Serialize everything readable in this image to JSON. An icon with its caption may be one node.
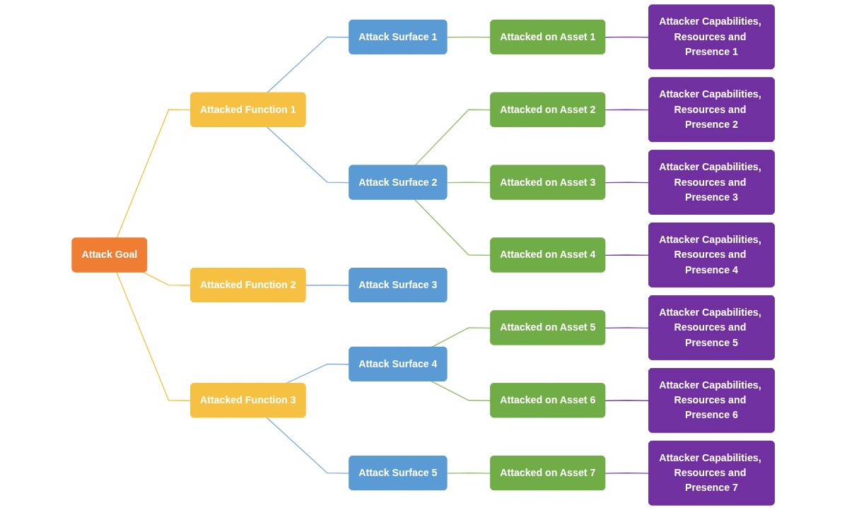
{
  "diagram": {
    "nodes": [
      {
        "text": [
          "Attack Goal"
        ]
      },
      {
        "text": [
          "Attacked Function 1"
        ]
      },
      {
        "text": [
          "Attacked Function 2"
        ]
      },
      {
        "text": [
          "Attacked Function 3"
        ]
      },
      {
        "text": [
          "Attack Surface 1"
        ]
      },
      {
        "text": [
          "Attack Surface 2"
        ]
      },
      {
        "text": [
          "Attack Surface 3"
        ]
      },
      {
        "text": [
          "Attack Surface 4"
        ]
      },
      {
        "text": [
          "Attack Surface 5"
        ]
      },
      {
        "text": [
          "Attacked on Asset 1"
        ]
      },
      {
        "text": [
          "Attacked on Asset 2"
        ]
      },
      {
        "text": [
          "Attacked on Asset 3"
        ]
      },
      {
        "text": [
          "Attacked on Asset 4"
        ]
      },
      {
        "text": [
          "Attacked on Asset 5"
        ]
      },
      {
        "text": [
          "Attacked on Asset 6"
        ]
      },
      {
        "text": [
          "Attacked on Asset 7"
        ]
      },
      {
        "text": [
          "Attacker Capabilities, Resources and Presence 1"
        ]
      },
      {
        "text": [
          "Attacker Capabilities, Resources and Presence 2"
        ]
      },
      {
        "text": [
          "Attacker Capabilities, Resources and Presence 3"
        ]
      },
      {
        "text": [
          "Attacker Capabilities, Resources and Presence 4"
        ]
      },
      {
        "text": [
          "Attacker Capabilities, Resources and Presence 5"
        ]
      },
      {
        "text": [
          "Attacker Capabilities, Resources and Presence 6"
        ]
      },
      {
        "text": [
          "Attacker Capabilities, Resources and Presence 7"
        ]
      }
    ],
    "edges": [
      {
        "from": 0,
        "to": 1,
        "arrow": "none",
        "color": "#f6c142"
      },
      {
        "from": 0,
        "to": 2,
        "arrow": "none",
        "color": "#f6c142"
      },
      {
        "from": 0,
        "to": 3,
        "arrow": "none",
        "color": "#f6c142"
      },
      {
        "from": 1,
        "to": 4,
        "arrow": "none",
        "color": "#7aaad8"
      },
      {
        "from": 1,
        "to": 5,
        "arrow": "none",
        "color": "#7aaad8"
      },
      {
        "from": 2,
        "to": 6,
        "arrow": "none",
        "color": "#7aaad8"
      },
      {
        "from": 3,
        "to": 7,
        "arrow": "none",
        "color": "#7aaad8"
      },
      {
        "from": 3,
        "to": 8,
        "arrow": "none",
        "color": "#7aaad8"
      },
      {
        "from": 4,
        "to": 9,
        "arrow": "none",
        "color": "#8cbe63"
      },
      {
        "from": 5,
        "to": 10,
        "arrow": "none",
        "color": "#8cbe63"
      },
      {
        "from": 5,
        "to": 11,
        "arrow": "none",
        "color": "#8cbe63"
      },
      {
        "from": 5,
        "to": 12,
        "arrow": "none",
        "color": "#8cbe63"
      },
      {
        "from": 7,
        "to": 13,
        "arrow": "none",
        "color": "#8cbe63"
      },
      {
        "from": 7,
        "to": 14,
        "arrow": "none",
        "color": "#8cbe63"
      },
      {
        "from": 8,
        "to": 15,
        "arrow": "none",
        "color": "#8cbe63"
      },
      {
        "from": 9,
        "to": 16,
        "arrow": "none",
        "color": "#7a3fa6"
      },
      {
        "from": 10,
        "to": 17,
        "arrow": "none",
        "color": "#7a3fa6"
      },
      {
        "from": 11,
        "to": 18,
        "arrow": "none",
        "color": "#7a3fa6"
      },
      {
        "from": 12,
        "to": 19,
        "arrow": "none",
        "color": "#7a3fa6"
      },
      {
        "from": 13,
        "to": 20,
        "arrow": "none",
        "color": "#7a3fa6"
      },
      {
        "from": 14,
        "to": 21,
        "arrow": "none",
        "color": "#7a3fa6"
      },
      {
        "from": 15,
        "to": 22,
        "arrow": "none",
        "color": "#7a3fa6"
      }
    ]
  }
}
